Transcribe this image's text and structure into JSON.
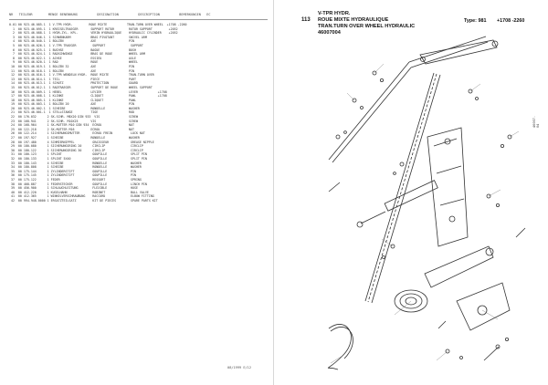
{
  "left": {
    "header": "NR   TEILENR        MENGE BENENNUNG          DESIGNATION          DESCRIPTION          BEMERKUNGEN   EC",
    "rows": [
      "0.01 00 923.46.085.1  1 V-TPR HYDR.         ROUE MIXTE           TRAN.TURN OVER WHEEL  +1708 -2260",
      "  1  00 923.46.095.1  1 KREISELTRAEGER       SUPPORT ROTOR        ROTOR SUPPORT         +2052",
      "  2  00 923.46.088.1  1 HYDR.ZYL. KPL.       VERIN HYDRAULIQUE    HYDRAULIC CYLINDER    +2052",
      "  3  00 923.46.046.1  1 SCHWENKARM           BRAS PIVOTANT        SWIVEL ARM",
      "  4  00 923.46.040.1  1 BOLZEN               AXE                  PIN",
      "  5  00 923.46.026.1  1 V-TPR TRAEGER         SUPPORT              SUPPORT",
      "  6  00 923.46.025.1  1 BUCHSE               BAGUE                BUSH",
      "  7  00 923.46.024.1  1 RADSCHWINGE          BRAS DE ROUE         WHEEL ARM",
      "  8  00 923.46.022.1  1 ACHSE                ESSIEU               AXLE",
      "  9  00 923.46.020.1  1 RAD                  ROUE                 WHEEL",
      " 10  00 923.46.019.1  1 BOLZEN 32            AXE                  PIN",
      " 11  00 923.46.018.1  1 BOLZEN               AXE                  PIN",
      " 12  00 923.46.016.1  1 V-TPR WENDELN HYDR.  ROUE MIXTE           TRAN.TURN OVER",
      " 13  00 923.46.014.1  1 TEIL                 PIECE                PART",
      " 14  00 923.46.013.1  1 SCHUTZ               PROTECTION           GUARD",
      " 15  00 923.46.012.1  1 RADTRAEGER           SUPPORT DE ROUE      WHEEL SUPPORT",
      " 16  00 923.46.009.1  1 HEBEL                LEVIER               LEVER           +1708",
      " 17  00 923.46.008.1  1 KLINKE               CLIQUET              PAWL            +1708",
      " 18  00 923.46.005.1  1 KLINKE               CLIQUET              PAWL",
      " 19  00 923.46.003.1  1 BOLZEN 20            AXE                  PIN",
      " 20  00 923.46.002.1  1 SCHEIBE              RONDELLE             WASHER",
      " 21  00 923.46.001.1  1 STELLSTANGE          TIGE                 ROD",
      " 22  00 176.032      2 SK-SCHR. M8X20 DIN 933  VIS                SCREW",
      " 23  00 168.941      2 SK-SCHR. M10X25       VIS                  SCREW",
      " 24  00 168.964      1 SK-MUTTER M10 DIN 934  ECROU               NUT",
      " 25  00 122.218      2 SK-MUTTER M16         ECROU                NUT",
      " 26  00 122.214      1 SICHERUNGSMUTTER       ECROU FREIN          LOCK NUT",
      " 27  00 197.927      1 SCHEIBE               RONDELLE             WASHER",
      " 28  00 197.480      4 SCHMIERNIPPEL          GRAISSEUR            GREASE NIPPLE",
      " 29  00 180.080      1 SICHERUNGSRING 20      CIRCLIP              CIRCLIP",
      " 30  00 180.122      1 SICHERUNGSRING 30      CIRCLIP              CIRCLIP",
      " 31  00 180.123      1 SPLINT                 GOUPILLE             SPLIT PIN",
      " 32  00 180.133      1 SPLINT 5X40            GOUPILLE             SPLIT PIN",
      " 33  00 180.143      4 SCHEIBE                RONDELLE             WASHER",
      " 34  00 180.808      1 SCHEIBE                RONDELLE             WASHER",
      " 35  00 175.144      1 ZYLINDERSTIFT          GOUPILLE             PIN",
      " 36  00 175.145      1 ZYLINDERSTIFT          GOUPILLE             PIN",
      " 37  00 175.122      1 FEDER                  RESSORT              SPRING",
      " 38  00 408.887      1 FEDERSTECKER           GOUPILLE             LINCH PIN",
      " 39  00 456.900      1 SCHLAUCHLEITUNG        FLEXIBLE             HOSE",
      " 40  00 412.220      1 KUGELHAHN              ROBINET              BALL VALVE",
      " 41  00 412.365      1 WINKELVERSCHRAUBUNG    RACCORD              ELBOW FITTING",
      " 42  00 994.948.0000 1 ERSATZTEILSATZ         KIT DE PIECES        SPARE PARTS KIT"
    ],
    "footer": "08/1999 E/12"
  },
  "right": {
    "page_number": "113",
    "title_lines": [
      "V-TPR HYDR.",
      "ROUE MIXTE HYDRAULIQUE",
      "TRAN.TURN OVER WHEEL HYDRAULIC",
      "46007004"
    ],
    "type_label": "Type: 981",
    "serial_range": "+1708 -2260",
    "side_code": "46007-04"
  }
}
